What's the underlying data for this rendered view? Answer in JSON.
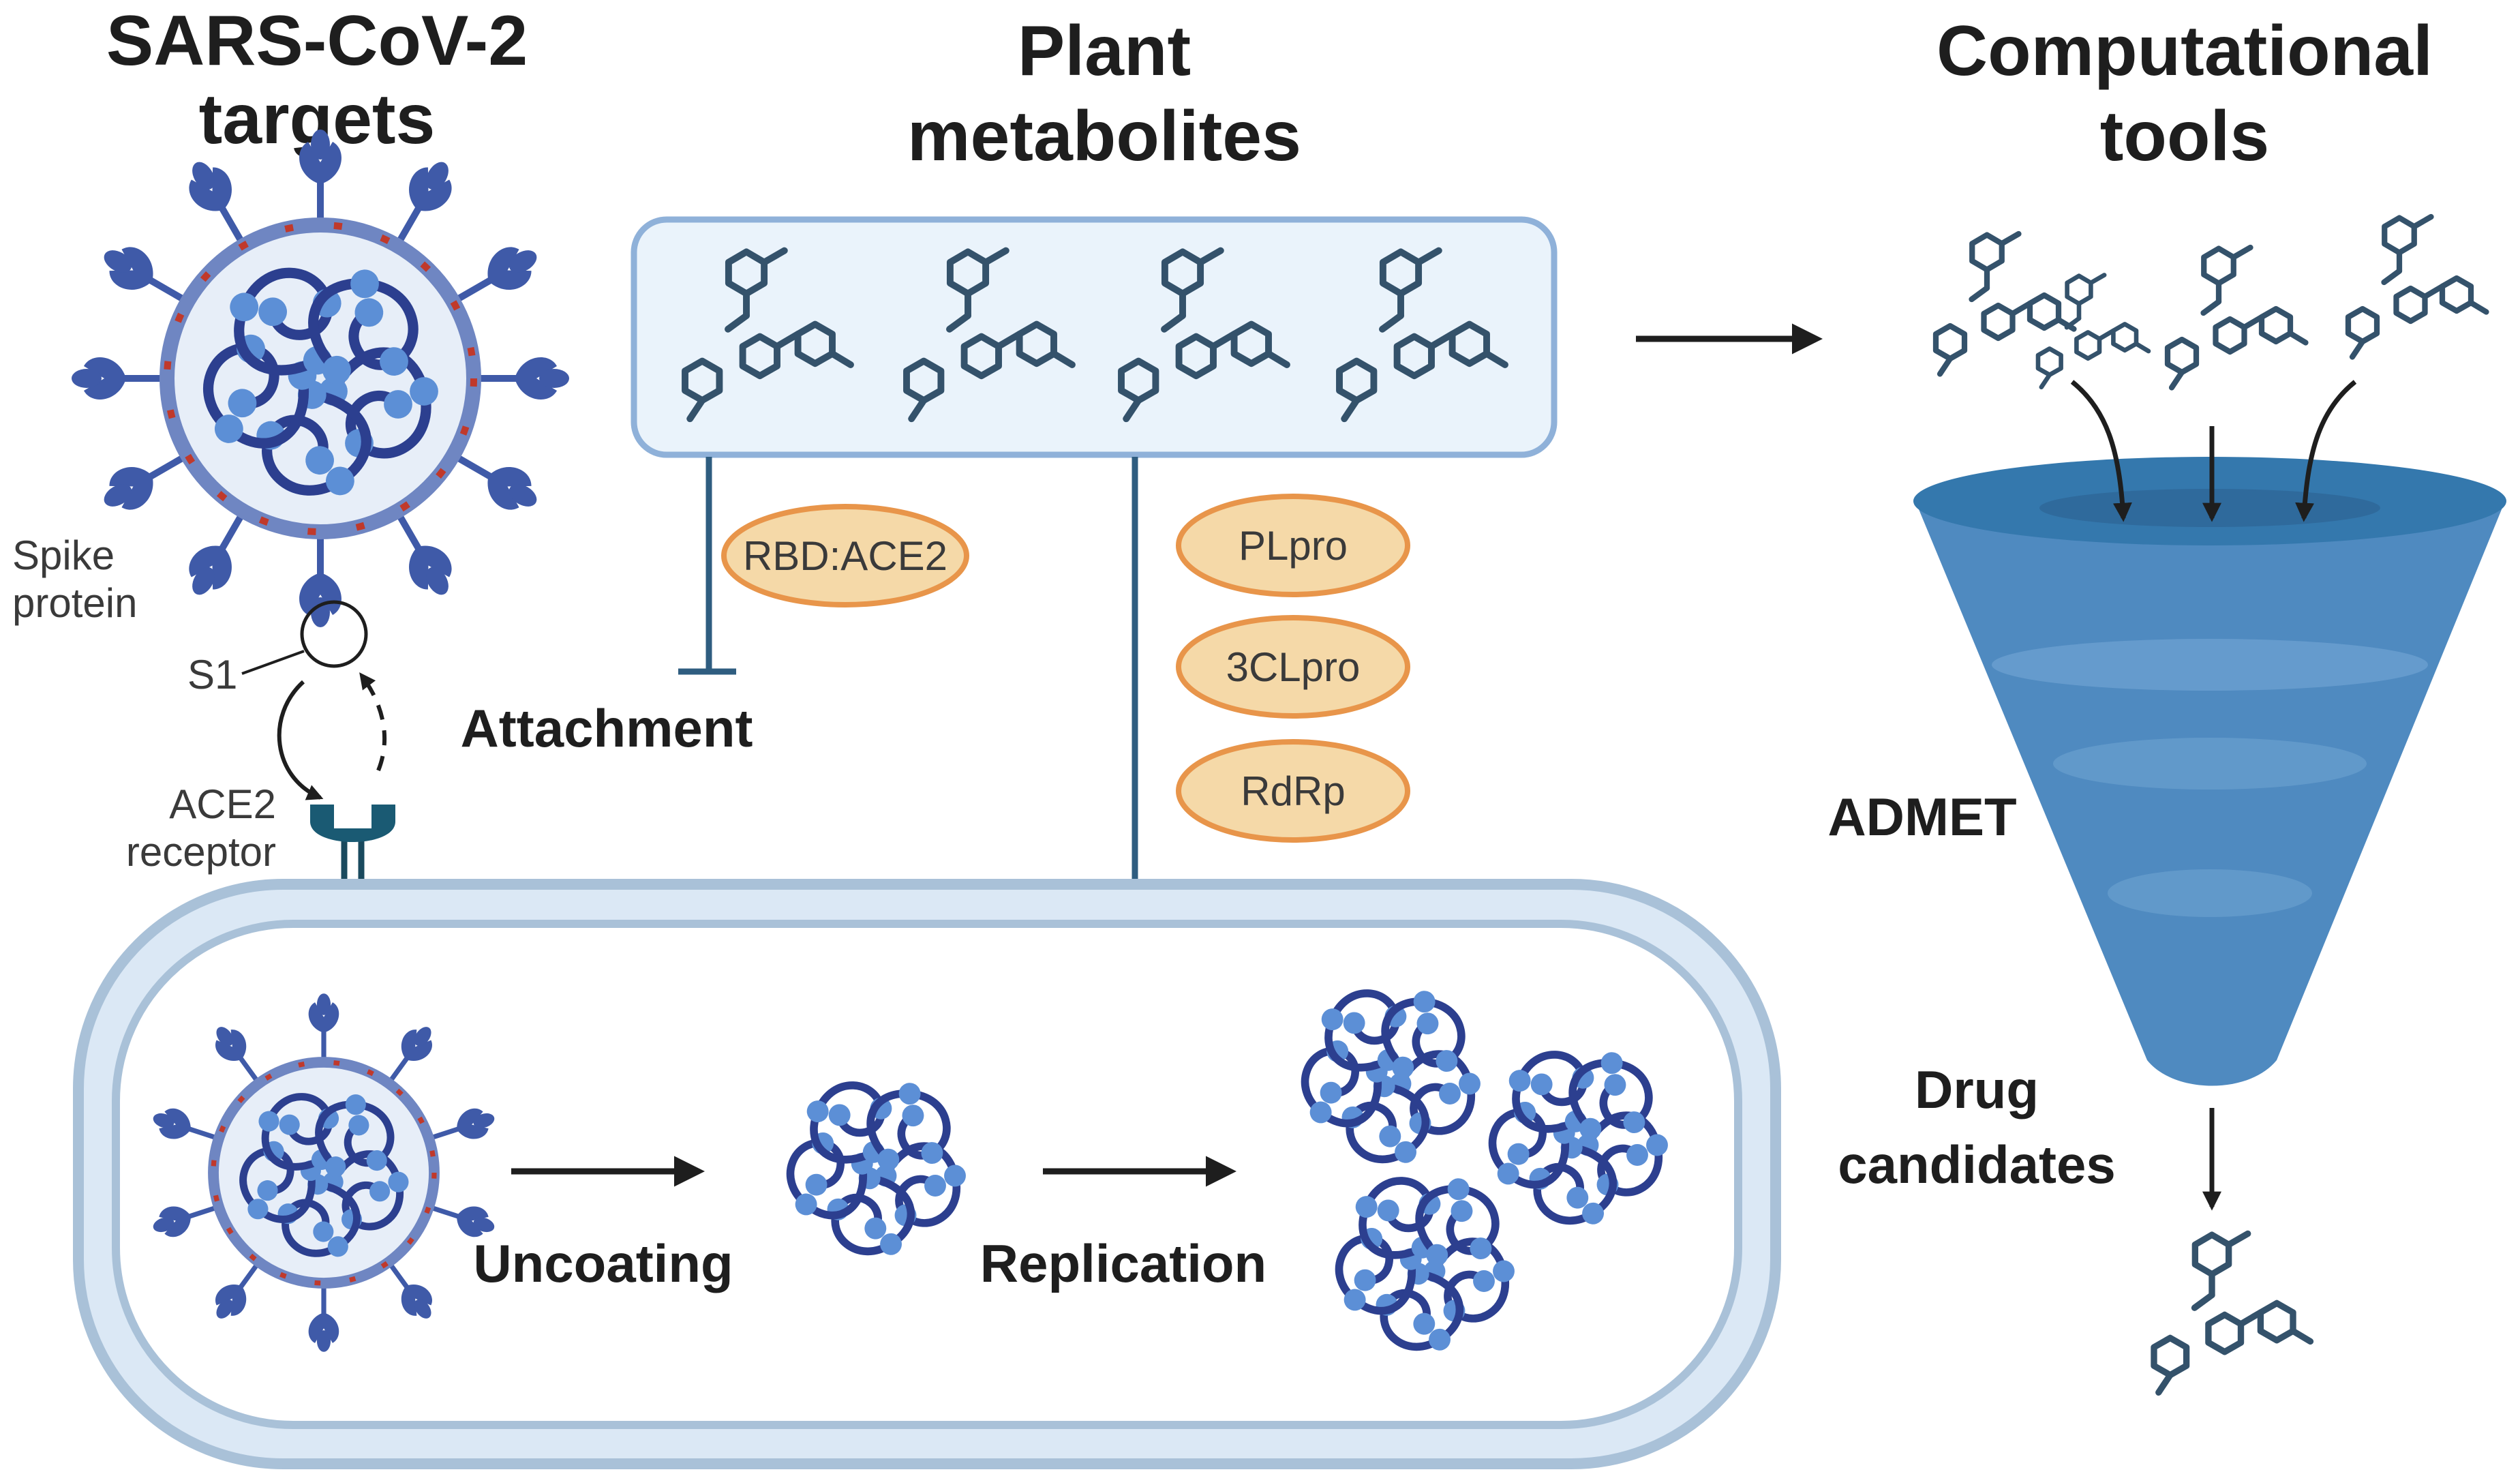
{
  "headings": {
    "targets": [
      "SARS-CoV-2",
      "targets"
    ],
    "metabolites": [
      "Plant",
      "metabolites"
    ],
    "tools": [
      "Computational",
      "tools"
    ]
  },
  "virus_labels": {
    "spike": [
      "Spike",
      "protein"
    ],
    "s1": "S1",
    "ace2": [
      "ACE2",
      "receptor"
    ]
  },
  "targets": {
    "rbd": "RBD:ACE2",
    "plpro": "PLpro",
    "clpro": "3CLpro",
    "rdrp": "RdRp"
  },
  "stages": {
    "attachment": "Attachment",
    "uncoating": "Uncoating",
    "replication": "Replication"
  },
  "funnel": {
    "admet": "ADMET",
    "drug": [
      "Drug",
      "candidates"
    ]
  },
  "colors": {
    "virus_blue": "#3f5aa8",
    "spike_red": "#c0392b",
    "molecule": "#34526b",
    "pill_fill": "#f5d9a8",
    "pill_stroke": "#e8954a",
    "box_fill": "#eaf3fb",
    "box_stroke": "#8fb1d9",
    "inhibit_line": "#2f5d80",
    "funnel_light": "#5f97c8",
    "funnel_dark": "#2f6a9c",
    "cell_membrane": "#a9c1d8"
  }
}
